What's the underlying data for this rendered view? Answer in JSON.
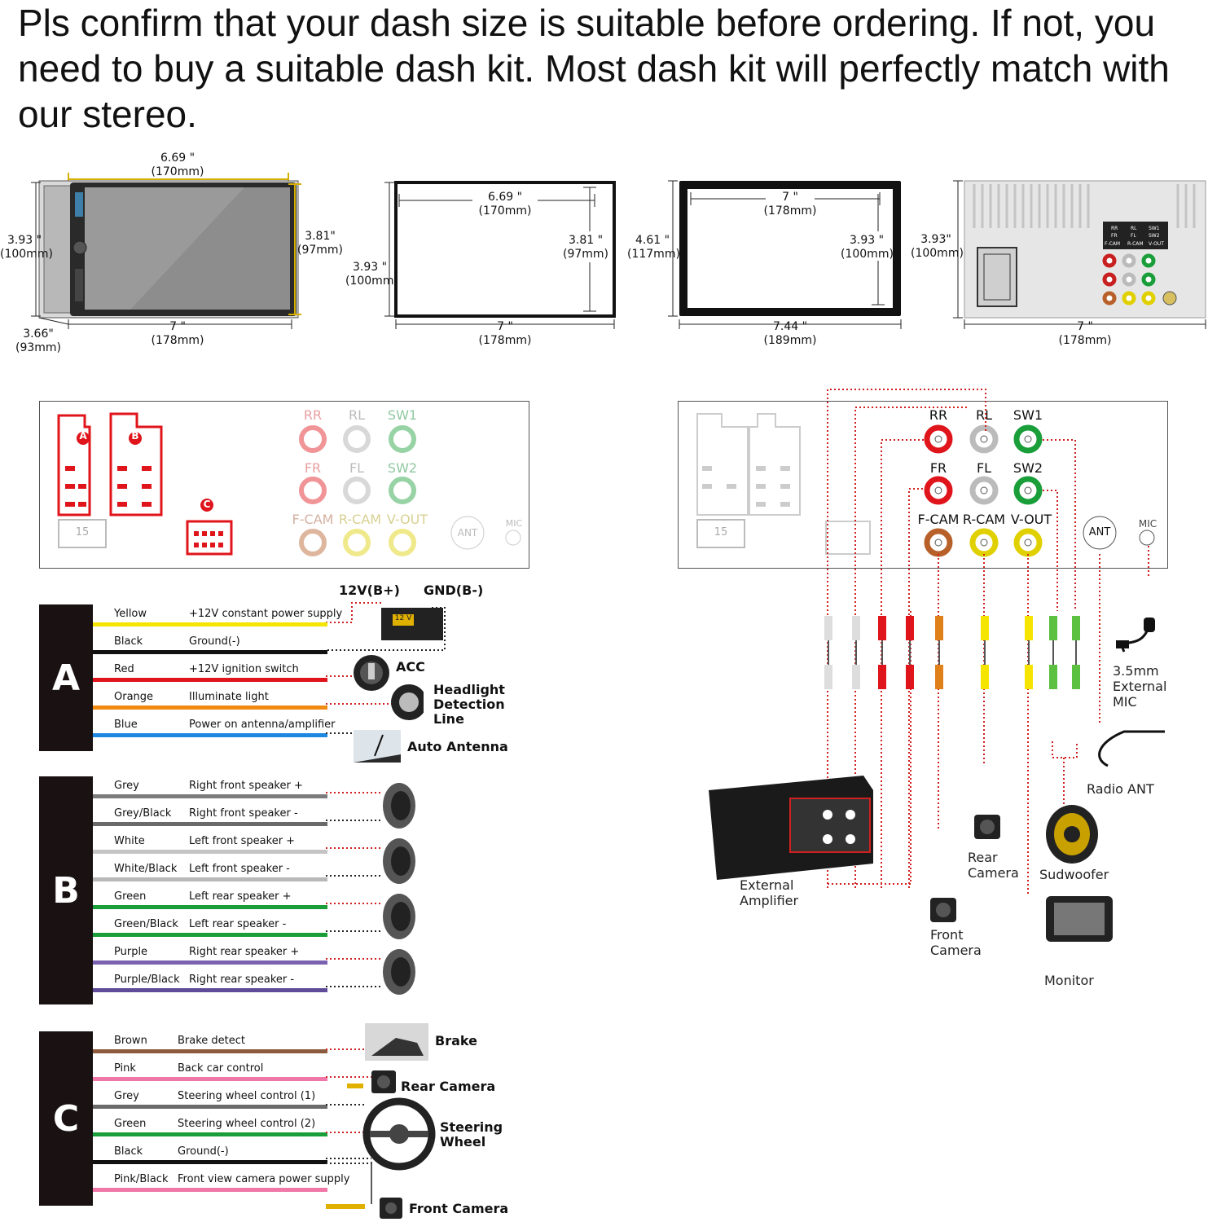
{
  "headline": "Pls confirm that your dash size is suitable before ordering. If not, you need to buy a suitable dash kit. Most dash kit will perfectly match with our stereo.",
  "dimensions": {
    "p1": {
      "top_in": "6.69 \"",
      "top_mm": "(170mm)",
      "left_in": "3.93 \"",
      "left_mm": "(100mm)",
      "right_in": "3.81\"",
      "right_mm": "(97mm)",
      "bottom_in": "7 \"",
      "bottom_mm": "(178mm)",
      "depth_in": "3.66\"",
      "depth_mm": "(93mm)"
    },
    "p2": {
      "top_in": "6.69 \"",
      "top_mm": "(170mm)",
      "left_in": "3.93 \"",
      "left_mm": "(100mm)",
      "right_in": "3.81 \"",
      "right_mm": "(97mm)",
      "bottom_in": "7 \"",
      "bottom_mm": "(178mm)"
    },
    "p3": {
      "top_in": "7 \"",
      "top_mm": "(178mm)",
      "left_in": "4.61 \"",
      "left_mm": "(117mm)",
      "right_in": "3.93 \"",
      "right_mm": "(100mm)",
      "bottom_in": "7.44 \"",
      "bottom_mm": "(189mm)"
    },
    "p4": {
      "left_in": "3.93\"",
      "left_mm": "(100mm)",
      "bottom_in": "7 \"",
      "bottom_mm": "(178mm)"
    }
  },
  "back_plate": {
    "tag": "RR  RL  SW1 / FR  FL  SW2 / F-CAM R-CAM V-OUT"
  },
  "connector_panel": {
    "plug_a": "A",
    "plug_b": "B",
    "plug_c": "C",
    "fuse": "15",
    "ports": {
      "rr": "RR",
      "rl": "RL",
      "sw1": "SW1",
      "fr": "FR",
      "fl": "FL",
      "sw2": "SW2",
      "fcam": "F-CAM",
      "rcam": "R-CAM",
      "vout": "V-OUT"
    },
    "ant": "ANT",
    "mic": "MIC"
  },
  "power": {
    "v12": "12V(B+)",
    "gnd": "GND(B-)",
    "battery": "12 V"
  },
  "groups": {
    "a": {
      "label": "A",
      "wires": [
        {
          "name": "Yellow",
          "func": "+12V constant power supply",
          "color": "#f5e400"
        },
        {
          "name": "Black",
          "func": "Ground(-)",
          "color": "#111111"
        },
        {
          "name": "Red",
          "func": "+12V ignition switch",
          "color": "#e0141b"
        },
        {
          "name": "Orange",
          "func": "Illuminate light",
          "color": "#f08a10"
        },
        {
          "name": "Blue",
          "func": "Power on antenna/amplifier",
          "color": "#1e88e0"
        }
      ]
    },
    "b": {
      "label": "B",
      "wires": [
        {
          "name": "Grey",
          "func": "Right front speaker +",
          "color": "#7c7c7c"
        },
        {
          "name": "Grey/Black",
          "func": "Right front speaker -",
          "color": "#6a6a6a"
        },
        {
          "name": "White",
          "func": "Left front speaker +",
          "color": "#c4c4c4"
        },
        {
          "name": "White/Black",
          "func": "Left front speaker -",
          "color": "#b8b8b8"
        },
        {
          "name": "Green",
          "func": "Left rear speaker +",
          "color": "#1a9e3a"
        },
        {
          "name": "Green/Black",
          "func": "Left rear speaker -",
          "color": "#1a9e3a"
        },
        {
          "name": "Purple",
          "func": "Right rear speaker +",
          "color": "#7a62b0"
        },
        {
          "name": "Purple/Black",
          "func": "Right rear speaker -",
          "color": "#5e4c98"
        }
      ]
    },
    "c": {
      "label": "C",
      "wires": [
        {
          "name": "Brown",
          "func": "Brake detect",
          "color": "#8c5a3c"
        },
        {
          "name": "Pink",
          "func": "Back car control",
          "color": "#f078a8"
        },
        {
          "name": "Grey",
          "func": "Steering wheel control (1)",
          "color": "#6a6a6a"
        },
        {
          "name": "Green",
          "func": "Steering wheel control (2)",
          "color": "#1a9e3a"
        },
        {
          "name": "Black",
          "func": "Ground(-)",
          "color": "#111111"
        },
        {
          "name": "Pink/Black",
          "func": "Front view camera power supply",
          "color": "#f078a8"
        }
      ]
    }
  },
  "devices": {
    "acc": "ACC",
    "headlight": "Headlight Detection Line",
    "antenna": "Auto Antenna",
    "brake": "Brake",
    "rear_camera": "Rear Camera",
    "steering": "Steering Wheel",
    "front_camera": "Front Camera"
  },
  "right_devices": {
    "mic": "3.5mm External MIC",
    "radio_ant": "Radio ANT",
    "amplifier": "External Amplifier",
    "rear_camera": "Rear Camera",
    "subwoofer": "Sudwoofer",
    "front_camera": "Front Camera",
    "monitor": "Monitor"
  },
  "colors": {
    "red": "#e0141b",
    "white": "#bbbbbb",
    "green": "#1a9e3a",
    "brown": "#b8602a",
    "yellow": "#f5e400",
    "dotted": "#d02020"
  }
}
